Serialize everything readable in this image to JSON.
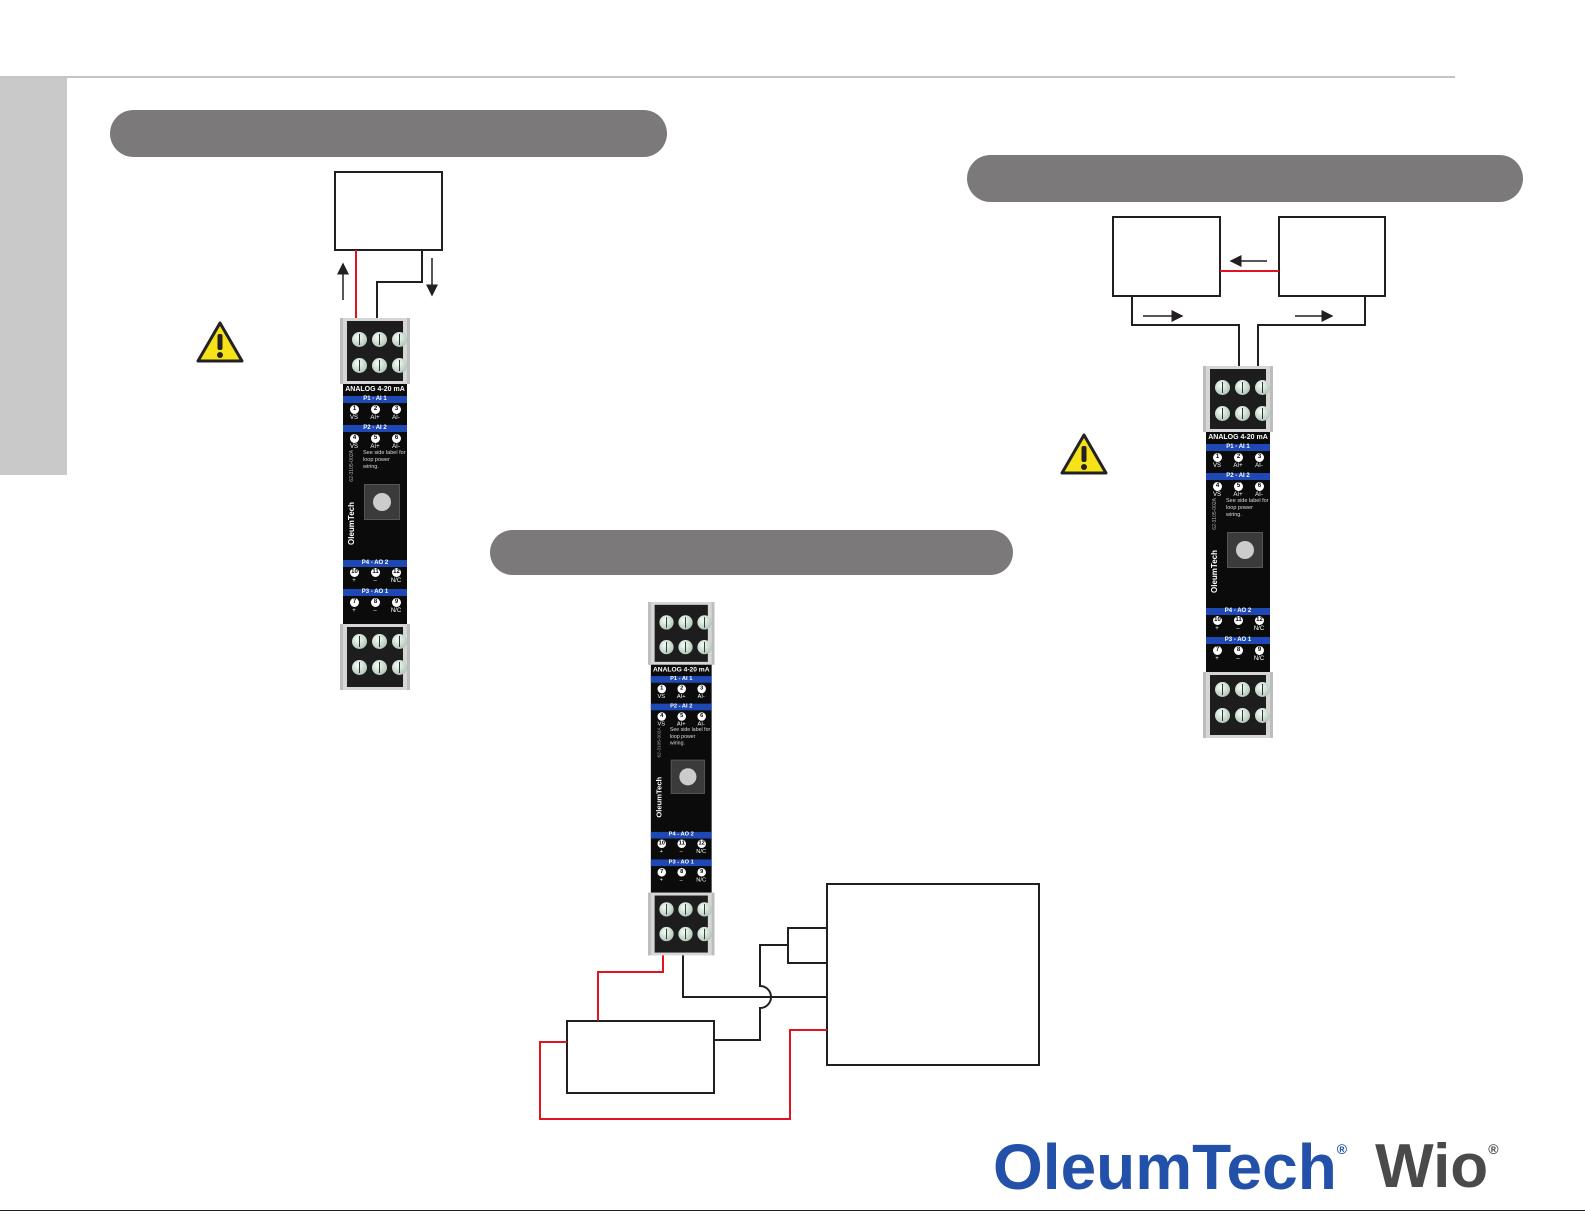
{
  "module": {
    "title": "ANALOG 4-20 mA",
    "p1": "P1 - AI 1",
    "p2": "P2 - AI 2",
    "p4": "P4 - AO 2",
    "p3": "P3 - AO 1",
    "row1_nums": [
      "1",
      "2",
      "3"
    ],
    "row1_labels": [
      "VS",
      "AI+",
      "AI-"
    ],
    "row2_nums": [
      "4",
      "5",
      "6"
    ],
    "row2_labels": [
      "VS",
      "AI+",
      "AI-"
    ],
    "row3_nums": [
      "10",
      "11",
      "12"
    ],
    "row3_labels": [
      "+",
      "–",
      "N/C"
    ],
    "row4_nums": [
      "7",
      "8",
      "9"
    ],
    "row4_labels": [
      "+",
      "–",
      "N/C"
    ],
    "side_note": "See side label for loop power wiring.",
    "brand": "OleumTech",
    "part_number": "62-3105-002A"
  },
  "colors": {
    "header_pill": "#7b7979",
    "wire_red": "#e0141e",
    "wire_black": "#231f20",
    "logo_blue": "#2350a8"
  },
  "logo": {
    "brand": "OleumTech",
    "product": "Wio",
    "registered": "®"
  },
  "icons": [
    "warning-icon",
    "warning-icon"
  ]
}
